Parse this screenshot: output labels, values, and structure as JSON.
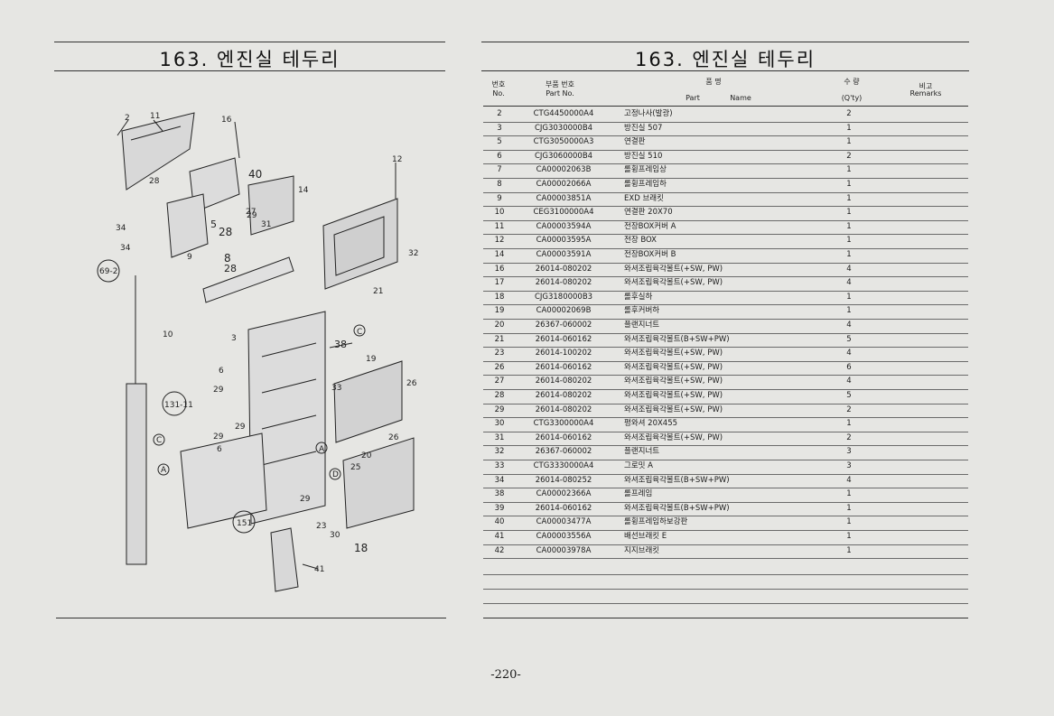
{
  "left": {
    "title": "163. 엔진실 테두리"
  },
  "right": {
    "title": "163. 엔진실 테두리"
  },
  "header": {
    "no_kr": "번호",
    "no_en": "No.",
    "part_kr": "부품 번호",
    "part_en": "Part    No.",
    "name_kr": "품           명",
    "name_en_part": "Part",
    "name_en_name": "Name",
    "qty_kr": "수   량",
    "qty_en": "(Q'ty)",
    "remarks_kr": "비고",
    "remarks_en": "Remarks"
  },
  "parts": [
    {
      "no": "2",
      "part": "CTG4450000A4",
      "name": "고정나사(발광)",
      "qty": "2"
    },
    {
      "no": "3",
      "part": "CJG3030000B4",
      "name": "방진실 507",
      "qty": "1"
    },
    {
      "no": "5",
      "part": "CTG3050000A3",
      "name": "연결판",
      "qty": "1"
    },
    {
      "no": "6",
      "part": "CJG3060000B4",
      "name": "방진실 510",
      "qty": "2"
    },
    {
      "no": "7",
      "part": "CA00002063B",
      "name": "롤휭프레임상",
      "qty": "1"
    },
    {
      "no": "8",
      "part": "CA00002066A",
      "name": "롤휭프레임하",
      "qty": "1"
    },
    {
      "no": "9",
      "part": "CA00003851A",
      "name": "EXD 브래킷",
      "qty": "1"
    },
    {
      "no": "10",
      "part": "CEG3100000A4",
      "name": "연결판 20X70",
      "qty": "1"
    },
    {
      "no": "11",
      "part": "CA00003594A",
      "name": "전장BOX커버 A",
      "qty": "1"
    },
    {
      "no": "12",
      "part": "CA00003595A",
      "name": "전장 BOX",
      "qty": "1"
    },
    {
      "no": "14",
      "part": "CA00003591A",
      "name": "전장BOX커버 B",
      "qty": "1"
    },
    {
      "no": "16",
      "part": "26014-080202",
      "name": "와셔조립육각볼트(+SW, PW)",
      "qty": "4"
    },
    {
      "no": "17",
      "part": "26014-080202",
      "name": "와셔조립육각볼트(+SW, PW)",
      "qty": "4"
    },
    {
      "no": "18",
      "part": "CJG3180000B3",
      "name": "롤후실하",
      "qty": "1"
    },
    {
      "no": "19",
      "part": "CA00002069B",
      "name": "롤후커버하",
      "qty": "1"
    },
    {
      "no": "20",
      "part": "26367-060002",
      "name": "플랜지너트",
      "qty": "4"
    },
    {
      "no": "21",
      "part": "26014-060162",
      "name": "와셔조립육각볼트(B+SW+PW)",
      "qty": "5"
    },
    {
      "no": "23",
      "part": "26014-100202",
      "name": "와셔조립육각볼트(+SW, PW)",
      "qty": "4"
    },
    {
      "no": "26",
      "part": "26014-060162",
      "name": "와셔조립육각볼트(+SW, PW)",
      "qty": "6"
    },
    {
      "no": "27",
      "part": "26014-080202",
      "name": "와셔조립육각볼트(+SW, PW)",
      "qty": "4"
    },
    {
      "no": "28",
      "part": "26014-080202",
      "name": "와셔조립육각볼트(+SW, PW)",
      "qty": "5"
    },
    {
      "no": "29",
      "part": "26014-080202",
      "name": "와셔조립육각볼트(+SW, PW)",
      "qty": "2"
    },
    {
      "no": "30",
      "part": "CTG3300000A4",
      "name": "평와셔 20X455",
      "qty": "1"
    },
    {
      "no": "31",
      "part": "26014-060162",
      "name": "와셔조립육각볼트(+SW, PW)",
      "qty": "2"
    },
    {
      "no": "32",
      "part": "26367-060002",
      "name": "플랜지너트",
      "qty": "3"
    },
    {
      "no": "33",
      "part": "CTG3330000A4",
      "name": "그로밋 A",
      "qty": "3"
    },
    {
      "no": "34",
      "part": "26014-080252",
      "name": "와셔조립육각볼트(B+SW+PW)",
      "qty": "4"
    },
    {
      "no": "38",
      "part": "CA00002366A",
      "name": "롤프레임",
      "qty": "1"
    },
    {
      "no": "39",
      "part": "26014-060162",
      "name": "와셔조립육각볼트(B+SW+PW)",
      "qty": "1"
    },
    {
      "no": "40",
      "part": "CA00003477A",
      "name": "롤휭프레임하보강판",
      "qty": "1"
    },
    {
      "no": "41",
      "part": "CA00003556A",
      "name": "배선브래킷 E",
      "qty": "1"
    },
    {
      "no": "42",
      "part": "CA00003978A",
      "name": "지지브래킷",
      "qty": "1"
    }
  ],
  "diagram_labels": {
    "l2": "2",
    "l11": "11",
    "l16": "16",
    "l40": "40",
    "l12": "12",
    "l14": "14",
    "l28a": "28",
    "l27": "27",
    "l34a": "34",
    "l5": "5",
    "l28b": "28",
    "l29a": "29",
    "l31": "31",
    "l34b": "34",
    "l9": "9",
    "l69": "69-2",
    "l8": "8",
    "l28c": "28",
    "l32": "32",
    "l21": "21",
    "l10": "10",
    "l3": "3",
    "l38": "38",
    "l19": "19",
    "l6a": "6",
    "l29b": "29",
    "l33": "33",
    "l26a": "26",
    "l131": "131-11",
    "l29c": "29",
    "l29d": "29",
    "l6b": "6",
    "l26b": "26",
    "l20": "20",
    "lA1": "A",
    "lC1": "C",
    "lA2": "A",
    "lD": "D",
    "l23": "23",
    "l30": "30",
    "l29e": "29",
    "l151": "151",
    "l18": "18",
    "l41": "41",
    "l25": "25",
    "lC2": "C"
  },
  "footer": {
    "page": "-220-"
  }
}
